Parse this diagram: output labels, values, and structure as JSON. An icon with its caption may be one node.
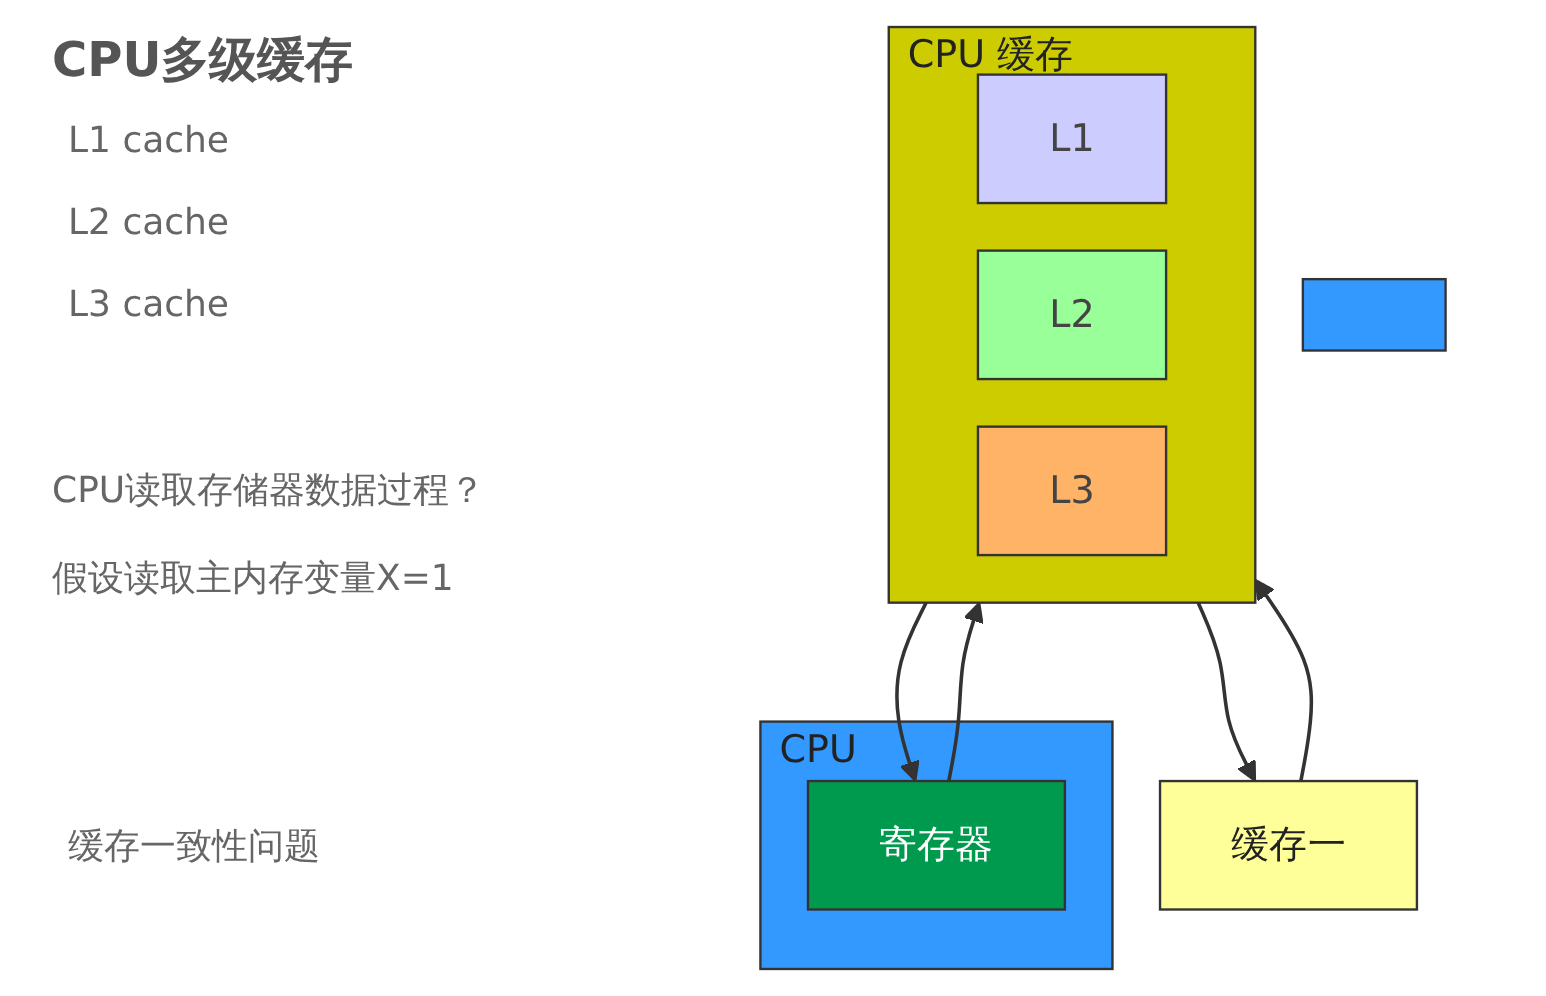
{
  "diagram": {
    "title": "CPU多级缓存",
    "nodes": [
      {
        "text": [
          "CPU"
        ]
      },
      {
        "text": [
          "寄存器"
        ],
        "in": 0
      },
      {
        "text": [
          "CPU 缓存"
        ]
      },
      {
        "text": [
          "L1"
        ],
        "in": 2
      },
      {
        "text": [
          "L2"
        ],
        "in": 2
      },
      {
        "text": [
          "L3"
        ],
        "in": 2
      },
      {
        "text": [
          "缓存一"
        ]
      },
      {
        "text": [],
        "shape": "box"
      }
    ],
    "edges": [
      {
        "from": 1,
        "to": 2,
        "arrow": "to"
      },
      {
        "from": 2,
        "to": 1,
        "arrow": "to"
      },
      {
        "from": 2,
        "to": 6,
        "arrow": "to"
      },
      {
        "from": 6,
        "to": 2,
        "arrow": "to"
      }
    ],
    "labels": [
      "L1 cache",
      "L2 cache",
      "L3 cache",
      "CPU读取存储器数据过程？",
      "假设读取主内存变量X=1",
      "缓存一致性问题"
    ]
  }
}
